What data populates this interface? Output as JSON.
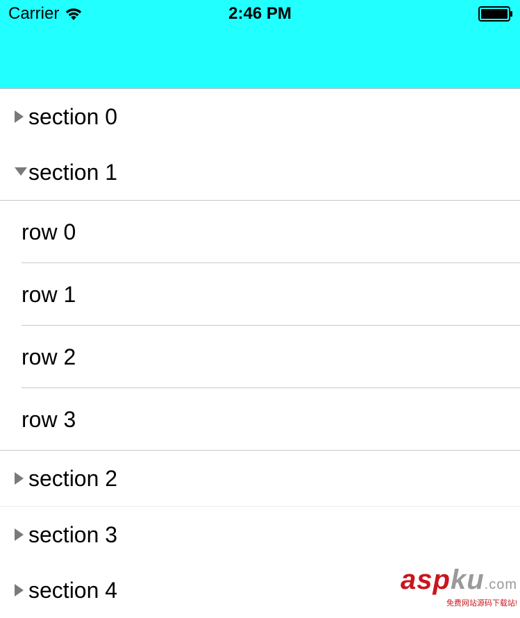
{
  "status_bar": {
    "carrier": "Carrier",
    "time": "2:46 PM"
  },
  "navbar": {
    "background_color": "#22ffff"
  },
  "sections": [
    {
      "title": "section 0",
      "expanded": false
    },
    {
      "title": "section 1",
      "expanded": true,
      "rows": [
        "row 0",
        "row 1",
        "row 2",
        "row 3"
      ]
    },
    {
      "title": "section 2",
      "expanded": false
    },
    {
      "title": "section 3",
      "expanded": false
    },
    {
      "title": "section 4",
      "expanded": false
    }
  ],
  "icons": {
    "collapsed": "triangle-right-icon",
    "expanded": "triangle-down-icon",
    "wifi": "wifi-icon",
    "battery": "battery-icon"
  },
  "watermark": {
    "asp": "asp",
    "ku": "ku",
    "com": ".com",
    "subtitle": "免费网站源码下载站!"
  }
}
